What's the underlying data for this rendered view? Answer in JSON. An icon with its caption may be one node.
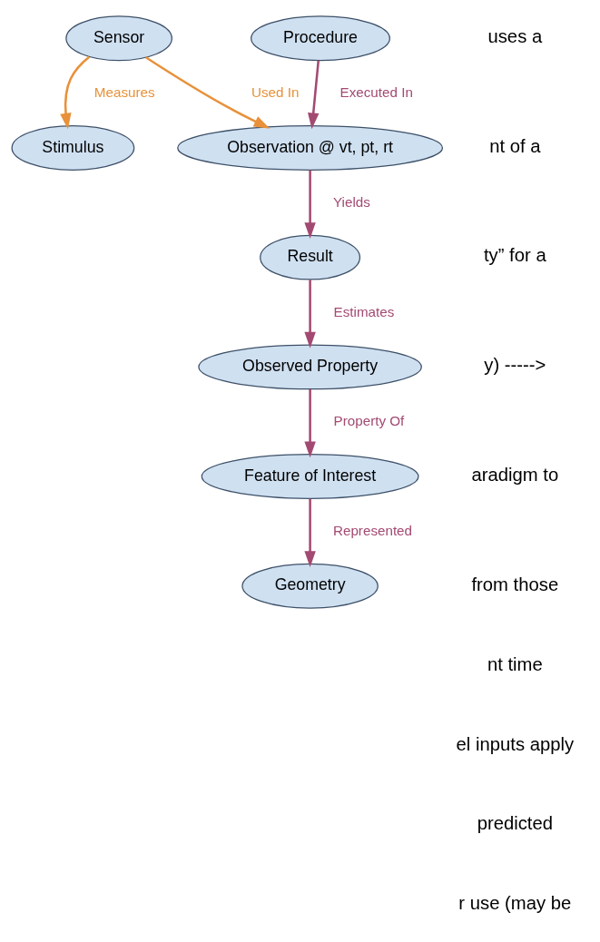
{
  "diagram": {
    "nodes": [
      {
        "text": [
          "Stimulus"
        ]
      },
      {
        "text": [
          "Sensor"
        ]
      },
      {
        "text": [
          "Procedure"
        ]
      },
      {
        "text": [
          "Observation @ vt, pt, rt"
        ]
      },
      {
        "text": [
          "Result"
        ]
      },
      {
        "text": [
          "Observed Property"
        ]
      },
      {
        "text": [
          "Feature of Interest"
        ]
      },
      {
        "text": [
          "Geometry"
        ]
      }
    ],
    "edges": [
      {
        "from": 1,
        "to": 0,
        "arrow": "to",
        "label": "Measures",
        "color": "#e8913a"
      },
      {
        "from": 1,
        "to": 3,
        "arrow": "to",
        "label": "Used In",
        "color": "#e8913a"
      },
      {
        "from": 2,
        "to": 3,
        "arrow": "to",
        "label": "Executed In"
      },
      {
        "from": 3,
        "to": 4,
        "arrow": "to",
        "label": "Yields"
      },
      {
        "from": 4,
        "to": 5,
        "arrow": "to",
        "label": "Estimates"
      },
      {
        "from": 5,
        "to": 6,
        "arrow": "to",
        "label": "Property Of"
      },
      {
        "from": 6,
        "to": 7,
        "arrow": "to",
        "label": "Represented"
      }
    ],
    "labels": [
      "uses a",
      "nt of a",
      "ty” for a",
      "y) ----->",
      "aradigm to",
      "from those",
      "nt time",
      "el inputs apply",
      "predicted",
      "r use (may be"
    ]
  }
}
